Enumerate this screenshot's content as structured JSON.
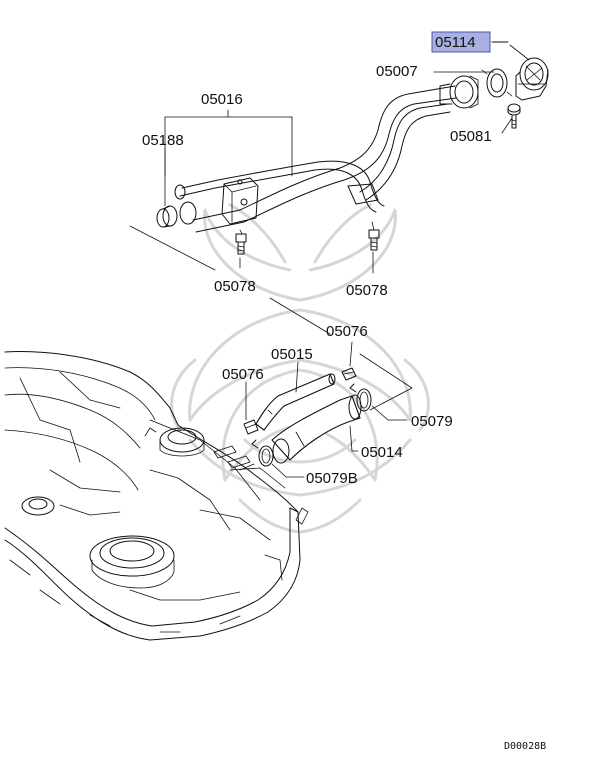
{
  "diagram": {
    "colors": {
      "line": "#111111",
      "highlight_fill": "#a8b0e0",
      "highlight_border": "#4a55a8",
      "watermark": "#d6d6d6"
    },
    "labels": {
      "p05114": "05114",
      "p05007": "05007",
      "p05081": "05081",
      "p05016": "05016",
      "p05188": "05188",
      "p05078_left": "05078",
      "p05078_right": "05078",
      "p05076_upper": "05076",
      "p05015": "05015",
      "p05076_lower": "05076",
      "p05079": "05079",
      "p05014": "05014",
      "p05079b": "05079B"
    },
    "highlighted_part": "05114",
    "document_id": "D00028B"
  }
}
